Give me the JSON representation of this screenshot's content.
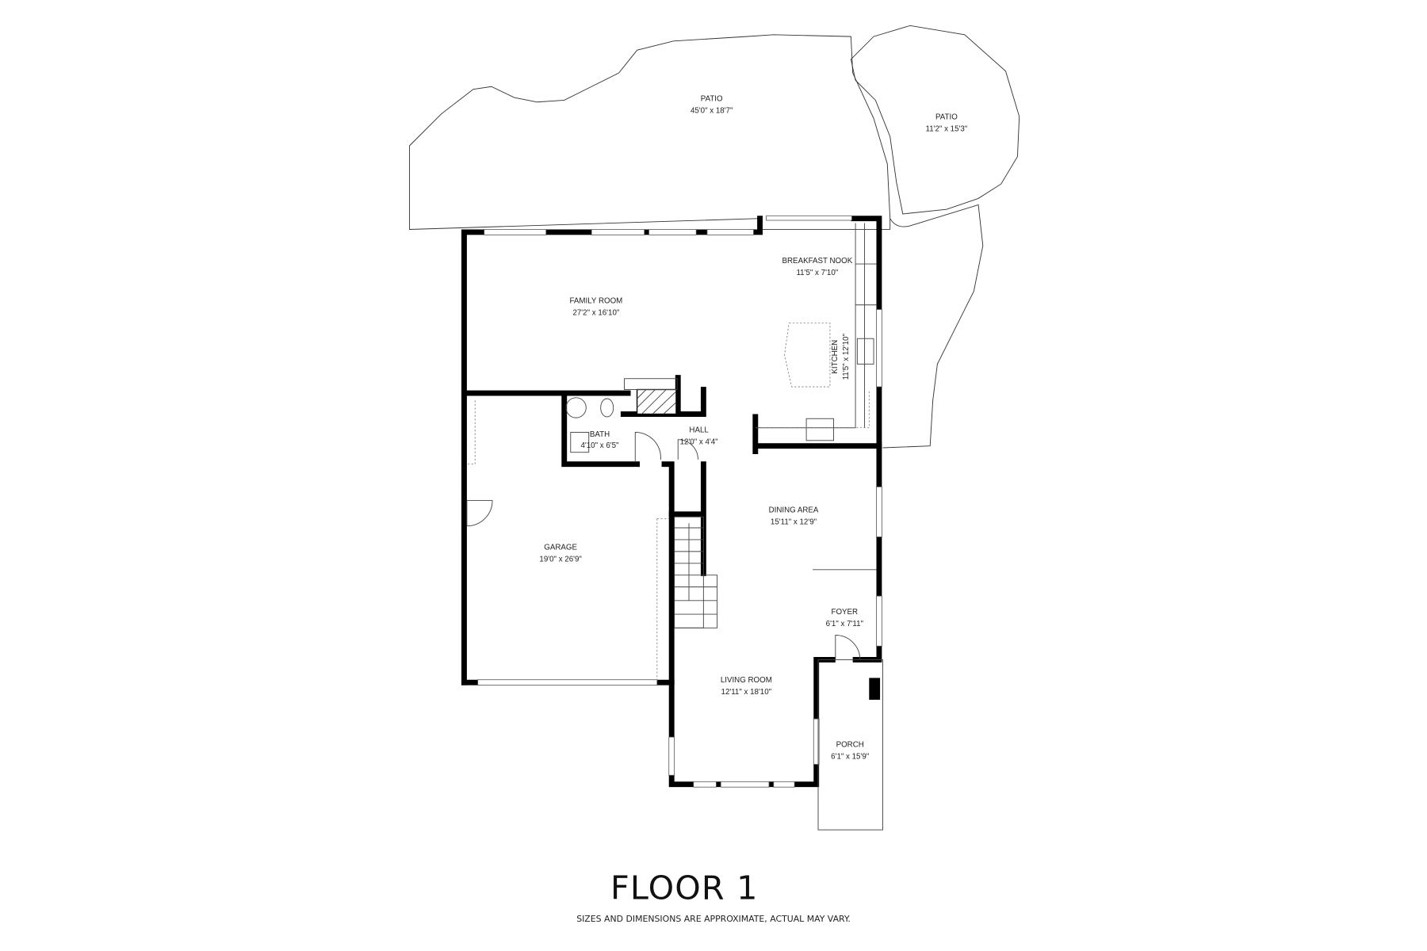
{
  "rooms": {
    "patio_large": {
      "name": "PATIO",
      "size": "45'0\" x 18'7\""
    },
    "patio_small": {
      "name": "PATIO",
      "size": "11'2\" x 15'3\""
    },
    "breakfast_nook": {
      "name": "BREAKFAST NOOK",
      "size": "11'5\" x 7'10\""
    },
    "family_room": {
      "name": "FAMILY ROOM",
      "size": "27'2\" x 16'10\""
    },
    "kitchen": {
      "name": "KITCHEN",
      "size": "11'5\" x 12'10\""
    },
    "bath": {
      "name": "BATH",
      "size": "4'10\" x 6'5\""
    },
    "hall": {
      "name": "HALL",
      "size": "12'0\" x 4'4\""
    },
    "garage": {
      "name": "GARAGE",
      "size": "19'0\" x 26'9\""
    },
    "dining_area": {
      "name": "DINING AREA",
      "size": "15'11\" x 12'9\""
    },
    "foyer": {
      "name": "FOYER",
      "size": "6'1\" x 7'11\""
    },
    "living_room": {
      "name": "LIVING ROOM",
      "size": "12'11\" x 18'10\""
    },
    "porch": {
      "name": "PORCH",
      "size": "6'1\" x 15'9\""
    }
  },
  "title": "FLOOR 1",
  "disclaimer": "SIZES AND DIMENSIONS ARE APPROXIMATE, ACTUAL MAY VARY."
}
